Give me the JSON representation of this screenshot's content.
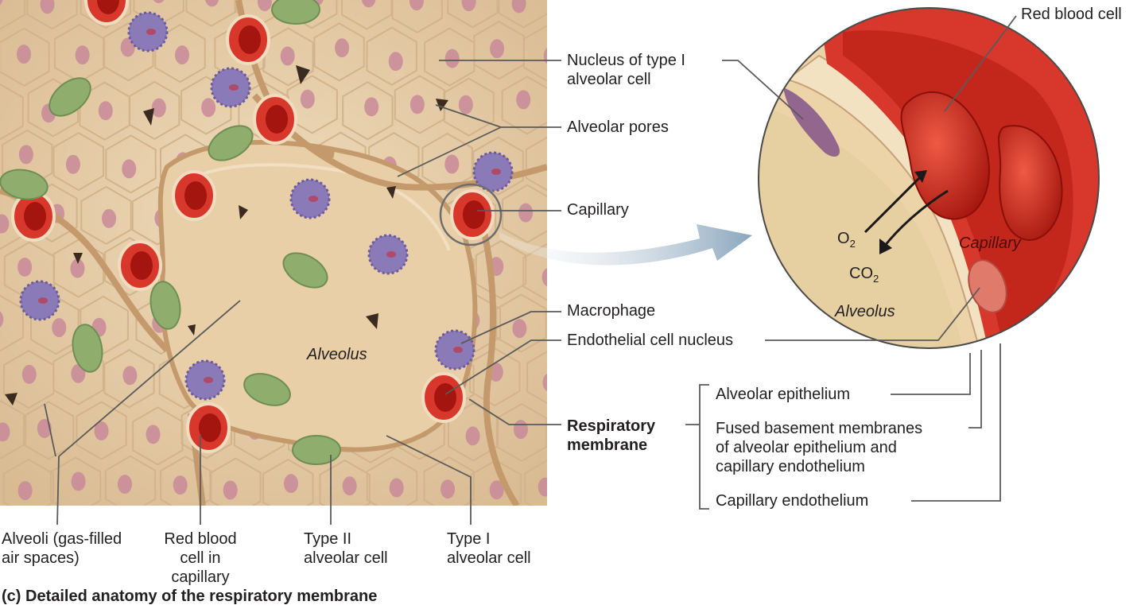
{
  "caption": "(c) Detailed anatomy of the respiratory membrane",
  "labels": {
    "nucleus_type1": [
      "Nucleus of type I",
      "alveolar cell"
    ],
    "alveolar_pores": "Alveolar pores",
    "capillary_left": "Capillary",
    "macrophage": "Macrophage",
    "endothelial_nucleus": "Endothelial cell nucleus",
    "respiratory_membrane": [
      "Respiratory",
      "membrane"
    ],
    "alveolar_epithelium": "Alveolar epithelium",
    "fused_membranes": [
      "Fused basement membranes",
      "of alveolar epithelium and",
      "capillary endothelium"
    ],
    "capillary_endothelium": "Capillary endothelium",
    "red_blood_cell_top": "Red blood cell",
    "alveolus_left": "Alveolus",
    "alveolus_right": "Alveolus",
    "capillary_right": "Capillary",
    "o2": {
      "base": "O",
      "sub": "2"
    },
    "co2": {
      "base": "CO",
      "sub": "2"
    },
    "alveoli": [
      "Alveoli (gas-filled",
      "air spaces)"
    ],
    "rbc_in_capillary": [
      "Red blood",
      "cell in",
      "capillary"
    ],
    "type2_cell": [
      "Type II",
      "alveolar cell"
    ],
    "type1_cell": [
      "Type I",
      "alveolar cell"
    ]
  },
  "colors": {
    "tissue": "#ead3b0",
    "tissue_dark": "#c9a77e",
    "cell_line": "#d6b994",
    "nucleus": "#c98a9a",
    "capillary_red": "#d8382b",
    "rbc": "#c4221a",
    "macrophage": "#8a7ab8",
    "type2_green": "#8fae6e",
    "arrow": "#9fb6c8",
    "leader": "#555555"
  }
}
